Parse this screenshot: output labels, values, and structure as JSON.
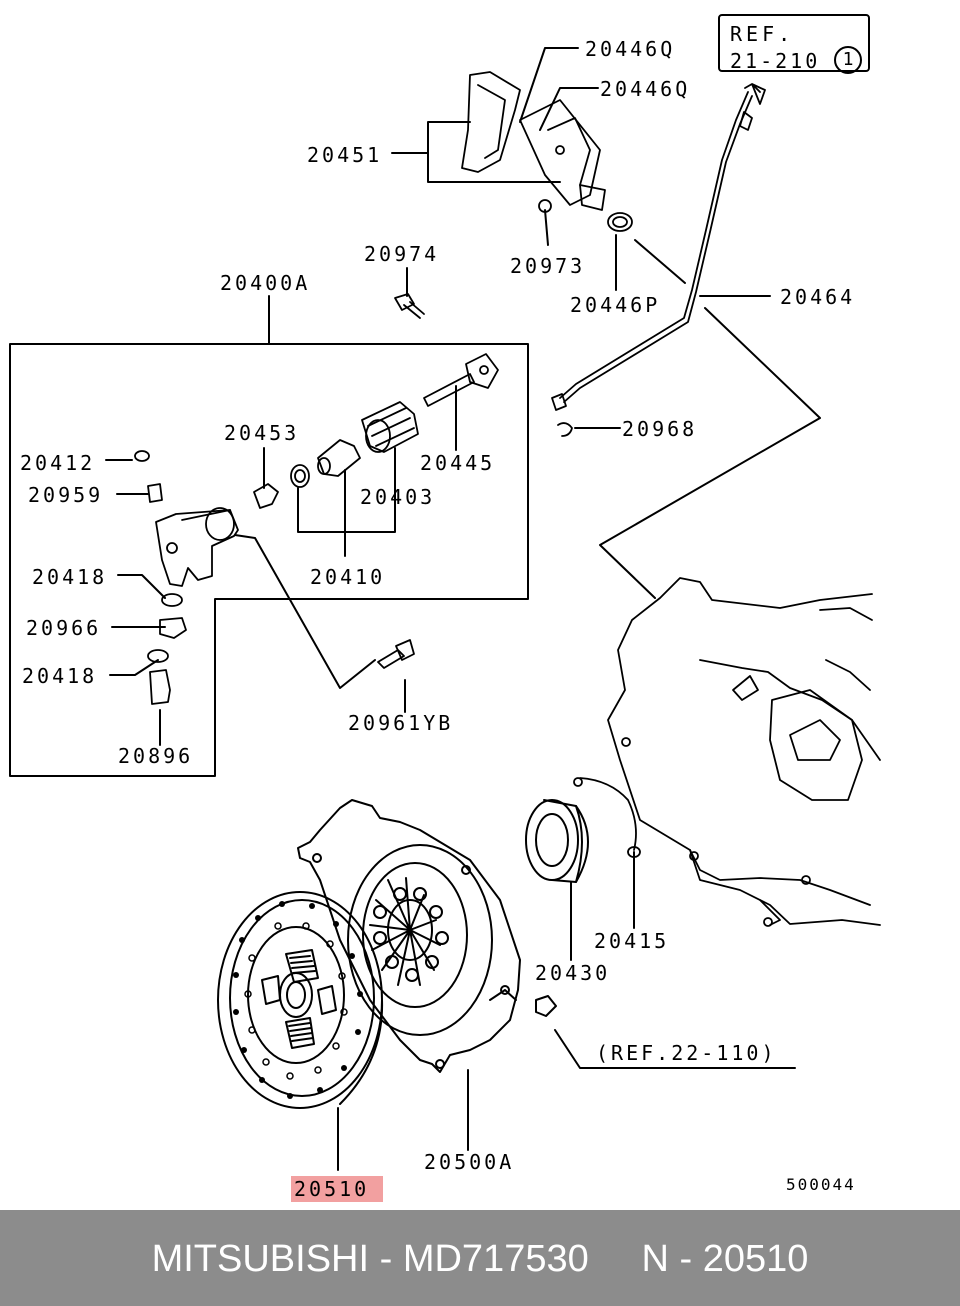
{
  "ref_box": {
    "line1": "REF.",
    "line2": "21-210",
    "circled": "1"
  },
  "labels": {
    "p20446q_a": "20446Q",
    "p20446q_b": "20446Q",
    "p20451": "20451",
    "p20974": "20974",
    "p20973": "20973",
    "p20446p": "20446P",
    "p20464": "20464",
    "p20400a": "20400A",
    "p20453": "20453",
    "p20412": "20412",
    "p20445": "20445",
    "p20959": "20959",
    "p20403": "20403",
    "p20968": "20968",
    "p20418_a": "20418",
    "p20410": "20410",
    "p20966": "20966",
    "p20418_b": "20418",
    "p20961yb": "20961YB",
    "p20896": "20896",
    "p20415": "20415",
    "p20430": "20430",
    "ref22": "(REF.22-110)",
    "p20500a": "20500A",
    "p20510": "20510",
    "code": "500044"
  },
  "highlight_color": "#f2a0a0",
  "footer": {
    "text": "MITSUBISHI - MD717530     N - 20510",
    "background": "#8c8c8c"
  }
}
